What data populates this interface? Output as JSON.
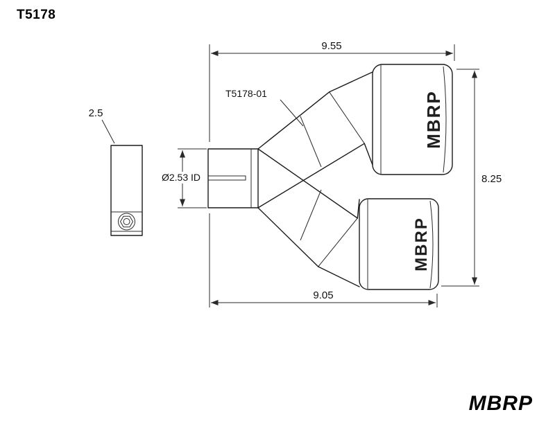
{
  "title": "T5178",
  "annotations": {
    "part_label": "T5178-01",
    "clamp_width": "2.5",
    "inlet_id": "Ø2.53 ID"
  },
  "dimensions": {
    "top_width": "9.55",
    "bottom_width": "9.05",
    "overall_height": "8.25"
  },
  "tips": {
    "brand_text": "MBRP"
  },
  "logo_text": "MBRP",
  "colors": {
    "line": "#1a1a1a",
    "background": "#ffffff"
  }
}
